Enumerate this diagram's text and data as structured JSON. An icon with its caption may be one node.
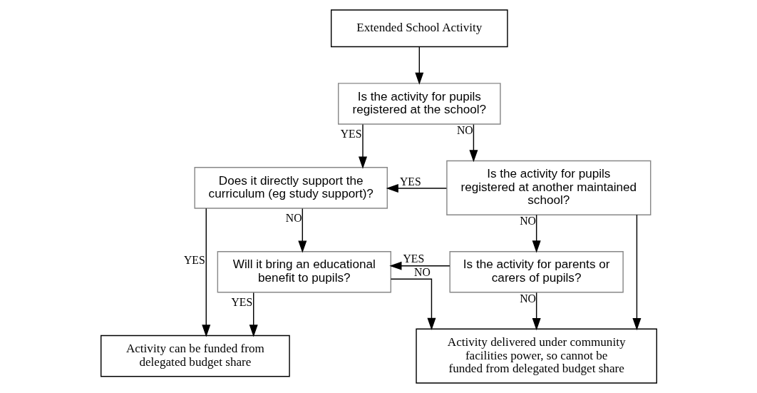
{
  "diagram": {
    "nodes": [
      {
        "text": [
          "Extended School Activity"
        ]
      },
      {
        "text": [
          "Is the activity for pupils registered at the school?"
        ]
      },
      {
        "text": [
          "Does it directly support the curriculum (eg study support)?"
        ]
      },
      {
        "text": [
          "Is the activity for pupils registered at another maintained school?"
        ]
      },
      {
        "text": [
          "Will it bring an educational benefit to pupils?"
        ]
      },
      {
        "text": [
          "Is the activity for parents or carers of pupils?"
        ]
      },
      {
        "text": [
          "Activity can be funded from delegated budget share"
        ]
      },
      {
        "text": [
          "Activity delivered under community facilities power, so cannot be funded from delegated budget share"
        ]
      }
    ],
    "edges": [
      {
        "from": 0,
        "to": 1,
        "arrow": "to"
      },
      {
        "from": 1,
        "to": 2,
        "arrow": "to",
        "label": "YES"
      },
      {
        "from": 1,
        "to": 3,
        "arrow": "to",
        "label": "NO"
      },
      {
        "from": 3,
        "to": 2,
        "arrow": "to",
        "label": "YES"
      },
      {
        "from": 2,
        "to": 6,
        "arrow": "to",
        "label": "YES"
      },
      {
        "from": 2,
        "to": 4,
        "arrow": "to",
        "label": "NO"
      },
      {
        "from": 3,
        "to": 5,
        "arrow": "to",
        "label": "NO"
      },
      {
        "from": 5,
        "to": 4,
        "arrow": "to",
        "label": "YES"
      },
      {
        "from": 4,
        "to": 6,
        "arrow": "to",
        "label": "YES"
      },
      {
        "from": 4,
        "to": 7,
        "arrow": "to",
        "label": "NO"
      },
      {
        "from": 5,
        "to": 7,
        "arrow": "to",
        "label": "NO"
      },
      {
        "from": 3,
        "to": 7,
        "arrow": "to"
      }
    ]
  }
}
